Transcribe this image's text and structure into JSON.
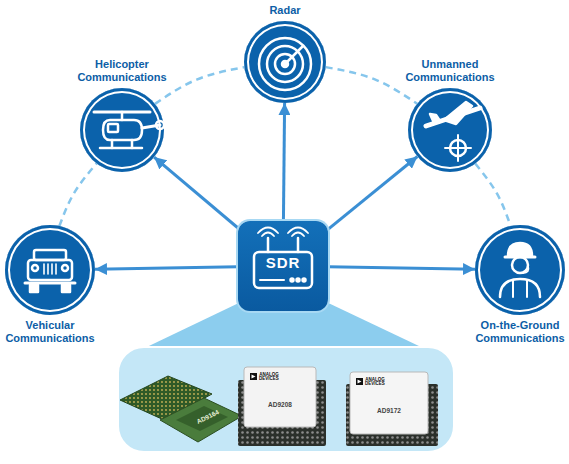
{
  "diagram": {
    "nodes": [
      {
        "text": [
          "Radar"
        ]
      },
      {
        "text": [
          "Helicopter Communications"
        ]
      },
      {
        "text": [
          "Unmanned Communications"
        ]
      },
      {
        "text": [
          "SDR"
        ]
      },
      {
        "text": [
          "Vehicular Communications"
        ]
      },
      {
        "text": [
          "On-the-Ground Communications"
        ]
      }
    ],
    "edges": [
      {
        "from": 3,
        "to": 0,
        "arrow": "to"
      },
      {
        "from": 3,
        "to": 1,
        "arrow": "to"
      },
      {
        "from": 3,
        "to": 2,
        "arrow": "to"
      },
      {
        "from": 3,
        "to": 4,
        "arrow": "to"
      },
      {
        "from": 3,
        "to": 5,
        "arrow": "to"
      },
      {
        "from": 4,
        "to": 1,
        "arrow": "none"
      },
      {
        "from": 1,
        "to": 0,
        "arrow": "none"
      },
      {
        "from": 0,
        "to": 2,
        "arrow": "none"
      },
      {
        "from": 2,
        "to": 5,
        "arrow": "none"
      }
    ],
    "labels": [
      "AD9164",
      "ANALOG DEVICES",
      "AD9208",
      "ANALOG DEVICES",
      "AD9172"
    ]
  }
}
